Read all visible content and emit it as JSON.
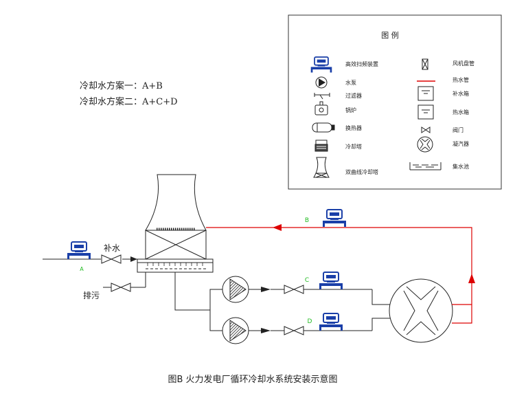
{
  "schemes": {
    "line1": "冷却水方案一：A+B",
    "line2": "冷却水方案二：A+C+D"
  },
  "legend": {
    "title": "图  例",
    "items": {
      "device": "高效扫频装置",
      "fancoil": "风机盘管",
      "pump": "水泵",
      "hotpipe": "热水管",
      "filter": "过滤器",
      "makeup_tank": "补水箱",
      "boiler": "锅炉",
      "hot_tank": "热水箱",
      "exchanger": "换热器",
      "valve": "阀门",
      "tower": "冷却塔",
      "condenser": "凝汽器",
      "hyper_tower": "双曲线冷却塔",
      "sump": "集水池"
    }
  },
  "labels": {
    "makeup": "补水",
    "drain": "排污",
    "point_a": "A",
    "point_b": "B",
    "point_c": "C",
    "point_d": "D"
  },
  "caption": "图B  火力发电厂循环冷却水系统安装示意图",
  "colors": {
    "device_blue": "#1a3fa8",
    "hot_red": "#dd0000",
    "label_green": "#22bb22"
  },
  "icons": {
    "device": "scanner-device-icon",
    "pump": "pump-icon",
    "valve": "bowtie-valve-icon",
    "condenser": "condenser-icon",
    "tower": "hyperbolic-cooling-tower-icon"
  }
}
